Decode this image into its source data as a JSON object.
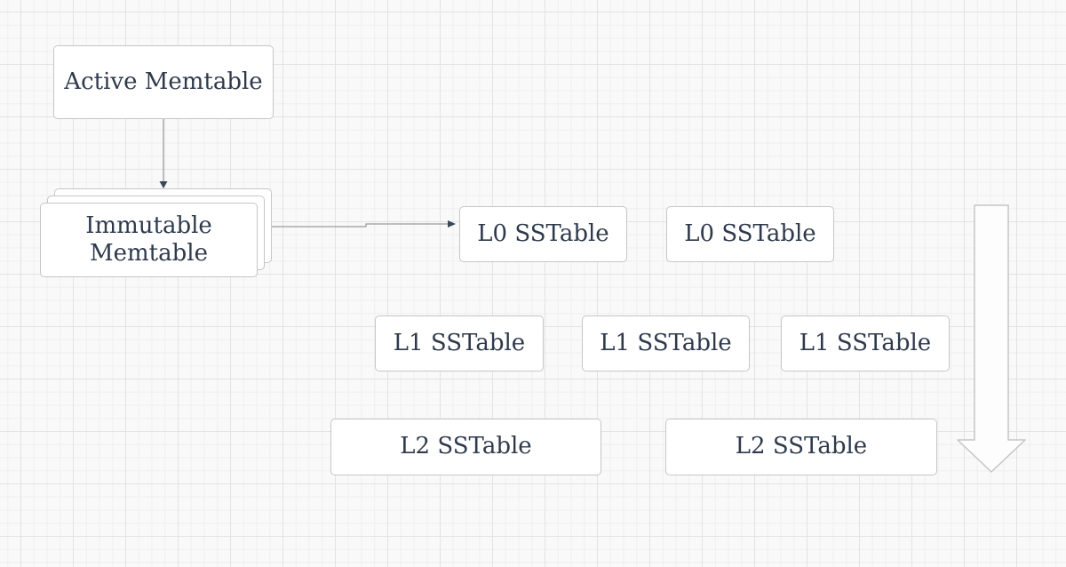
{
  "canvas": {
    "background_color": "#f9f9f9",
    "grid_minor_color": "#efefef",
    "grid_major_color": "#e3e3e3"
  },
  "colors": {
    "node_fill": "#ffffff",
    "node_border": "#c6c6c6",
    "node_text": "#2e3a4c",
    "connector_line": "#9b9b9b",
    "connector_arrowhead": "#3b4758"
  },
  "nodes": {
    "active_memtable": {
      "label": "Active Memtable"
    },
    "immutable_memtable": {
      "label": "Immutable Memtable"
    },
    "l0_sstable_1": {
      "label": "L0 SSTable"
    },
    "l0_sstable_2": {
      "label": "L0 SSTable"
    },
    "l1_sstable_1": {
      "label": "L1 SSTable"
    },
    "l1_sstable_2": {
      "label": "L1 SSTable"
    },
    "l1_sstable_3": {
      "label": "L1 SSTable"
    },
    "l2_sstable_1": {
      "label": "L2 SSTable"
    },
    "l2_sstable_2": {
      "label": "L2 SSTable"
    }
  },
  "icons": {
    "level_flow_arrow": "large-down-arrow"
  }
}
